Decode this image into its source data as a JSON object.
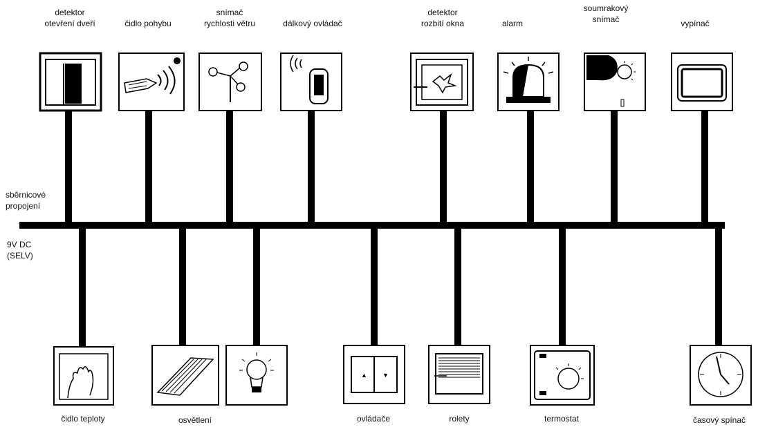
{
  "bus": {
    "label_line1": "sběrnicové",
    "label_line2": "propojení",
    "voltage_line1": "9V DC",
    "voltage_line2": "(SELV)"
  },
  "top_devices": [
    {
      "line1": "detektor",
      "line2": "otevření dveří",
      "icon": "door-icon"
    },
    {
      "line1": "",
      "line2": "čidlo pohybu",
      "icon": "motion-sensor-icon"
    },
    {
      "line1": "snímač",
      "line2": "rychlosti větru",
      "icon": "anemometer-icon"
    },
    {
      "line1": "",
      "line2": "dálkový ovládač",
      "icon": "remote-control-icon"
    },
    {
      "line1": "detektor",
      "line2": "rozbití okna",
      "icon": "broken-window-icon"
    },
    {
      "line1": "",
      "line2": "alarm",
      "icon": "alarm-light-icon"
    },
    {
      "line1": "soumrakový",
      "line2": "snímač",
      "icon": "dusk-sensor-icon"
    },
    {
      "line1": "",
      "line2": "vypínač",
      "icon": "switch-icon"
    }
  ],
  "bottom_devices": [
    {
      "label": "čidlo teploty",
      "icon": "temperature-sensor-icon"
    },
    {
      "label": "osvětlení",
      "icon": "light-panel-icon"
    },
    {
      "label": "",
      "icon": "light-bulb-icon"
    },
    {
      "label": "ovládače",
      "icon": "control-buttons-icon"
    },
    {
      "label": "rolety",
      "icon": "blinds-icon"
    },
    {
      "label": "termostat",
      "icon": "thermostat-icon"
    },
    {
      "label": "časový spínač",
      "icon": "clock-icon"
    }
  ]
}
